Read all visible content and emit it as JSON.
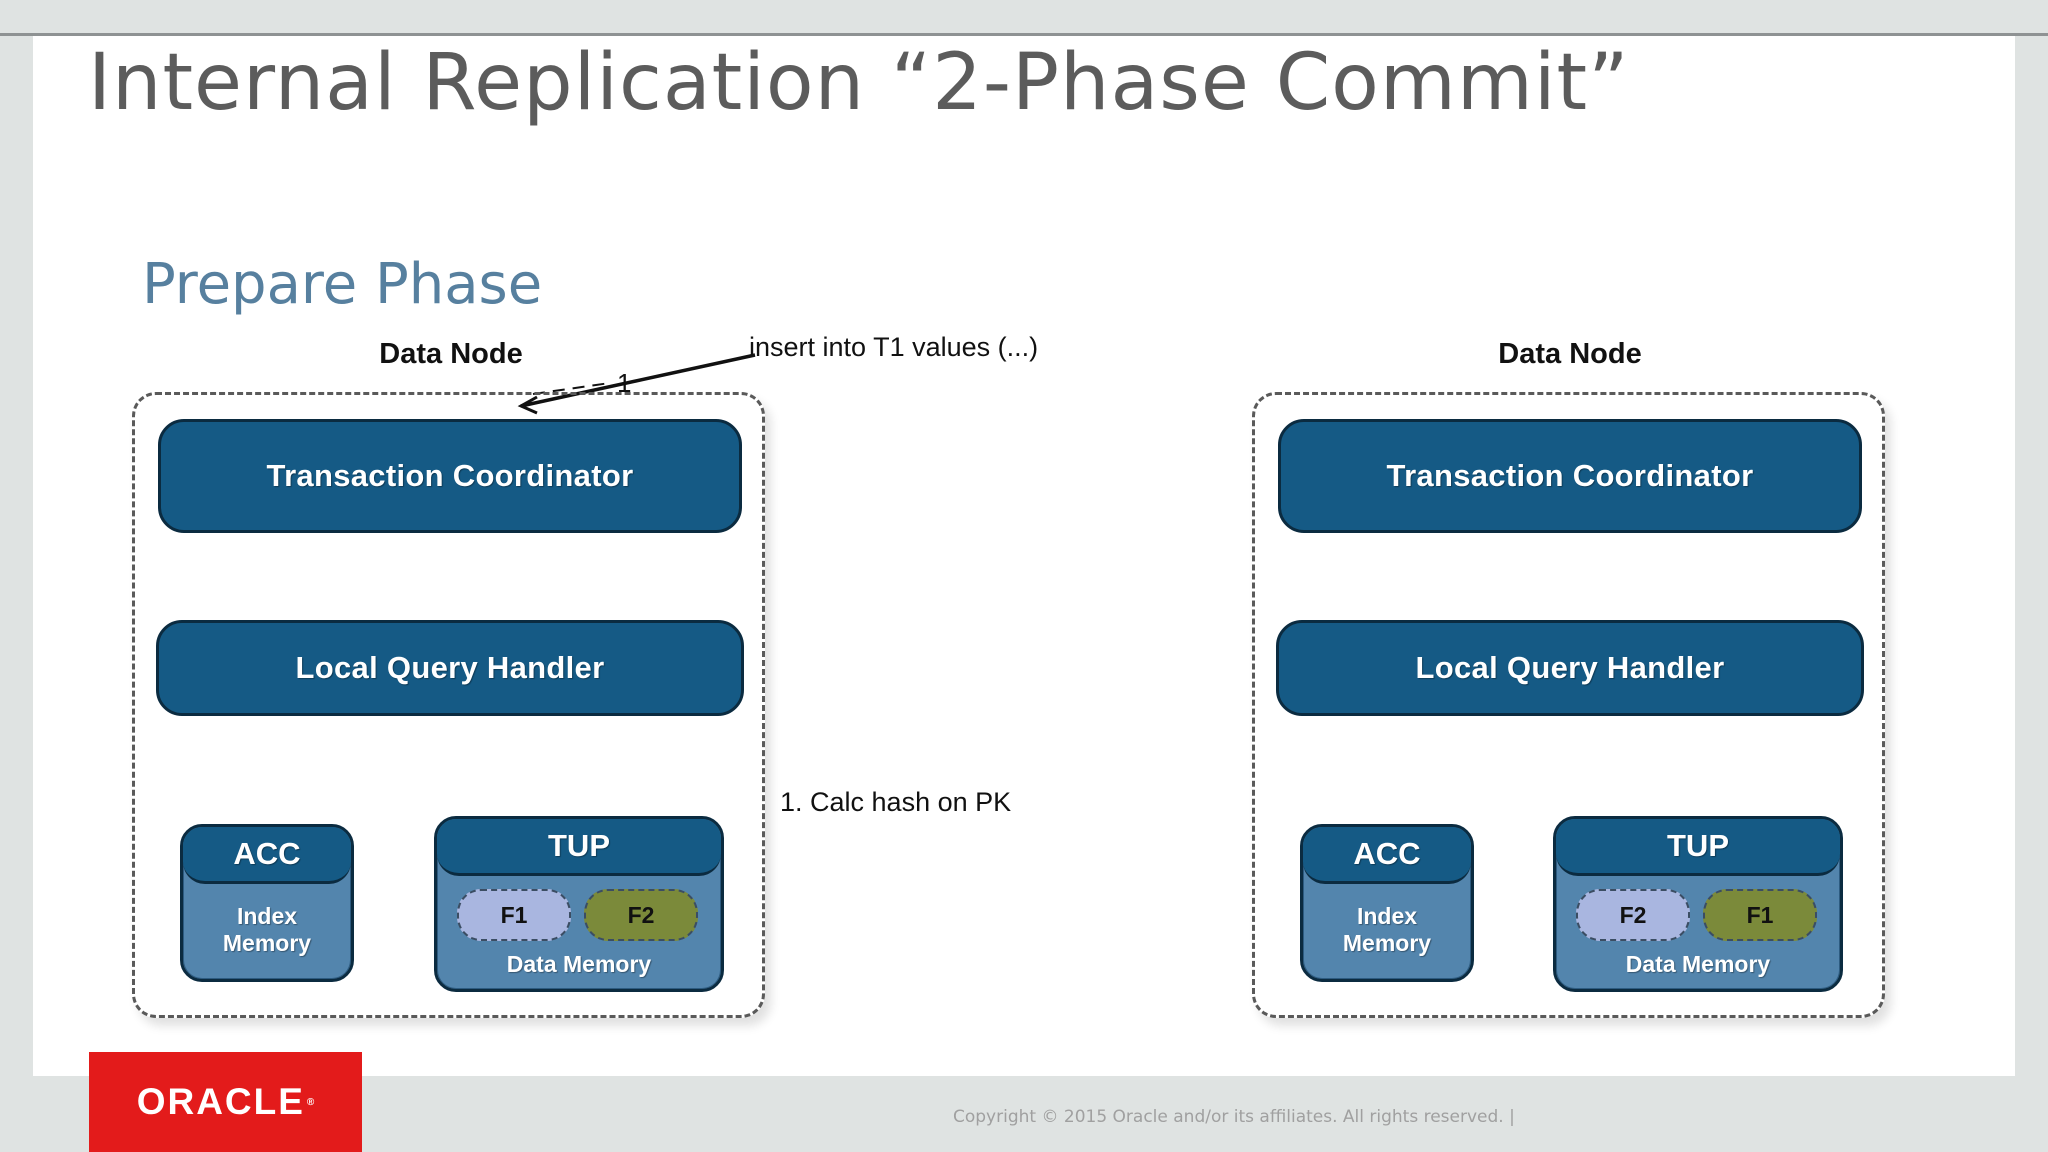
{
  "slide": {
    "title": "Internal Replication “2-Phase Commit”",
    "subtitle": "Prepare Phase"
  },
  "diagram": {
    "nodes": [
      {
        "label": "Data Node",
        "coordinator": "Transaction Coordinator",
        "query_handler": "Local Query Handler",
        "acc": {
          "title": "ACC",
          "line1": "Index",
          "line2": "Memory"
        },
        "tup": {
          "title": "TUP",
          "fragments": [
            "F1",
            "F2"
          ],
          "caption": "Data Memory"
        }
      },
      {
        "label": "Data Node",
        "coordinator": "Transaction Coordinator",
        "query_handler": "Local Query Handler",
        "acc": {
          "title": "ACC",
          "line1": "Index",
          "line2": "Memory"
        },
        "tup": {
          "title": "TUP",
          "fragments": [
            "F2",
            "F1"
          ],
          "caption": "Data Memory"
        }
      }
    ],
    "annotations": {
      "insert": "insert into T1 values (...)",
      "step_number": "1",
      "calc_hash": "1. Calc hash on PK"
    },
    "colors": {
      "component_fill": "#155a85",
      "storage_fill": "#5385ad",
      "fragment_light": "#a9b6e0",
      "fragment_olive": "#7b8a3a"
    }
  },
  "branding": {
    "logo_text": "ORACLE",
    "logo_mark": "®",
    "logo_color": "#e31b1b",
    "copyright": "Copyright © 2015 Oracle and/or its affiliates. All rights reserved.  |"
  }
}
